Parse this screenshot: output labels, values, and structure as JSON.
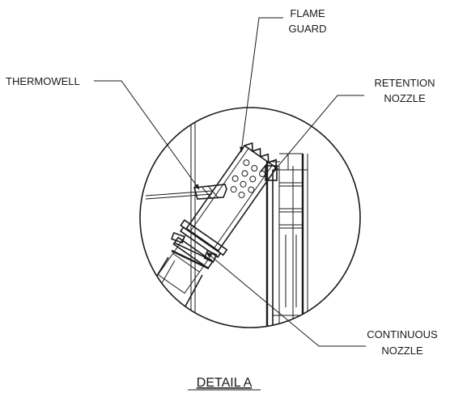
{
  "labels": {
    "flame_guard_line1": "FLAME",
    "flame_guard_line2": "GUARD",
    "thermowell": "THERMOWELL",
    "retention_line1": "RETENTION",
    "retention_line2": "NOZZLE",
    "continuous_line1": "CONTINUOUS",
    "continuous_line2": "NOZZLE",
    "detail_title": "DETAIL A"
  }
}
